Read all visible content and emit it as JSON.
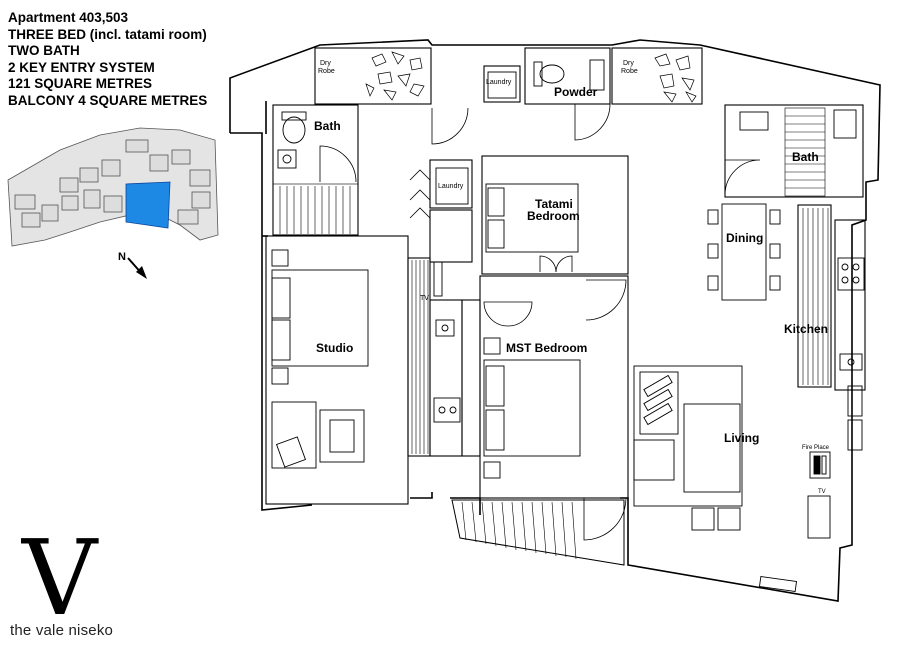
{
  "header": {
    "lines": [
      "Apartment 403,503",
      "THREE BED (incl. tatami room)",
      "TWO BATH",
      "2 KEY ENTRY SYSTEM",
      "121 SQUARE METRES",
      "BALCONY 4 SQUARE METRES"
    ]
  },
  "key_plan": {
    "north_label": "N",
    "highlight_color": "#1e88e5"
  },
  "rooms": {
    "bath_left": "Bath",
    "dry_robe_left_1": "Dry",
    "dry_robe_left_2": "Robe",
    "laundry_top": "Laundry",
    "powder": "Powder",
    "dry_robe_right_1": "Dry",
    "dry_robe_right_2": "Robe",
    "bath_right": "Bath",
    "laundry_mid": "Laundry",
    "tatami_1": "Tatami",
    "tatami_2": "Bedroom",
    "dining": "Dining",
    "kitchen": "Kitchen",
    "studio": "Studio",
    "tv_studio": "TV",
    "mst_bedroom": "MST Bedroom",
    "living": "Living",
    "fire_place": "Fire Place",
    "tv_living": "TV"
  },
  "brand": {
    "logo_letter": "V",
    "name": "the vale niseko"
  }
}
